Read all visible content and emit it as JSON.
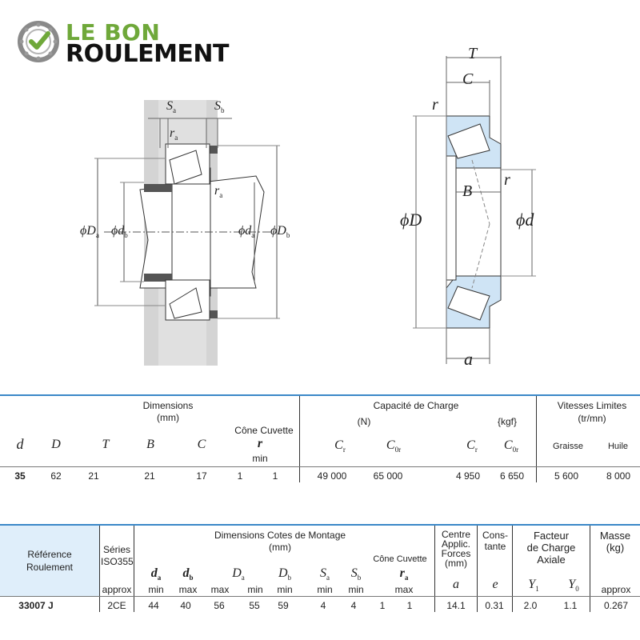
{
  "logo": {
    "line1": "LE BON",
    "line2": "ROULEMENT",
    "accent": "#6fa83a"
  },
  "diagram_left": {
    "sa": "S",
    "sa_sub": "a",
    "sb": "S",
    "sb_sub": "b",
    "ra_top": "r",
    "ra_top_sub": "a",
    "ra_mid": "r",
    "ra_mid_sub": "a",
    "Da": "ϕD",
    "Da_sub": "a",
    "db": "ϕd",
    "db_sub": "b",
    "da": "ϕd",
    "da_sub": "a",
    "Db": "ϕD",
    "Db_sub": "b"
  },
  "diagram_right": {
    "T": "T",
    "C": "C",
    "r1": "r",
    "r2": "r",
    "B": "B",
    "D": "ϕD",
    "d": "ϕd",
    "a": "a"
  },
  "table1": {
    "dimensions": "Dimensions",
    "dimensions_unit": "(mm)",
    "capacity": "Capacité de Charge",
    "capacity_n": "(N)",
    "capacity_kgf": "{kgf}",
    "speeds": "Vitesses Limites",
    "speeds_unit": "(tr/mn)",
    "cone_cuvette": "Cône Cuvette",
    "col_d": "d",
    "col_D": "D",
    "col_T": "T",
    "col_B": "B",
    "col_C": "C",
    "col_r": "r",
    "col_r_min": "min",
    "cr1": "C",
    "cr1_sub": "r",
    "c0r1": "C",
    "c0r1_sub": "0r",
    "cr2": "C",
    "cr2_sub": "r",
    "c0r2": "C",
    "c0r2_sub": "0r",
    "graisse": "Graisse",
    "huile": "Huile",
    "row": {
      "d": "35",
      "D": "62",
      "T": "21",
      "B": "21",
      "C": "17",
      "r_cone": "1",
      "r_cuvette": "1",
      "cr_n": "49 000",
      "c0r_n": "65 000",
      "cr_kgf": "4 950",
      "c0r_kgf": "6 650",
      "graisse": "5 600",
      "huile": "8 000"
    }
  },
  "table2": {
    "reference": "Référence",
    "roulement": "Roulement",
    "series": "Séries",
    "iso": "ISO355",
    "approx": "approx",
    "dims": "Dimensions Cotes de Montage",
    "dims_unit": "(mm)",
    "cone_cuvette": "Cône Cuvette",
    "centre1": "Centre",
    "centre2": "Applic.",
    "centre3": "Forces",
    "centre4": "(mm)",
    "const1": "Cons-",
    "const2": "tante",
    "facteur1": "Facteur",
    "facteur2": "de Charge",
    "facteur3": "Axiale",
    "masse": "Masse",
    "masse_unit": "(kg)",
    "s_da": "d",
    "s_da_sub": "a",
    "s_db": "d",
    "s_db_sub": "b",
    "s_Da": "D",
    "s_Da_sub": "a",
    "s_Db": "D",
    "s_Db_sub": "b",
    "s_Sa": "S",
    "s_Sa_sub": "a",
    "s_Sb": "S",
    "s_Sb_sub": "b",
    "s_ra": "r",
    "s_ra_sub": "a",
    "s_a": "a",
    "s_e": "e",
    "s_Y1": "Y",
    "s_Y1_sub": "1",
    "s_Y0": "Y",
    "s_Y0_sub": "0",
    "min": "min",
    "max": "max",
    "row": {
      "ref": "33007 J",
      "series": "2CE",
      "da": "44",
      "db": "40",
      "Da_max": "56",
      "Da_min": "55",
      "Db": "59",
      "Sa": "4",
      "Sb": "4",
      "ra_cone": "1",
      "ra_cuvette": "1",
      "a": "14.1",
      "e": "0.31",
      "Y1": "2.0",
      "Y0": "1.1",
      "masse": "0.267"
    }
  }
}
